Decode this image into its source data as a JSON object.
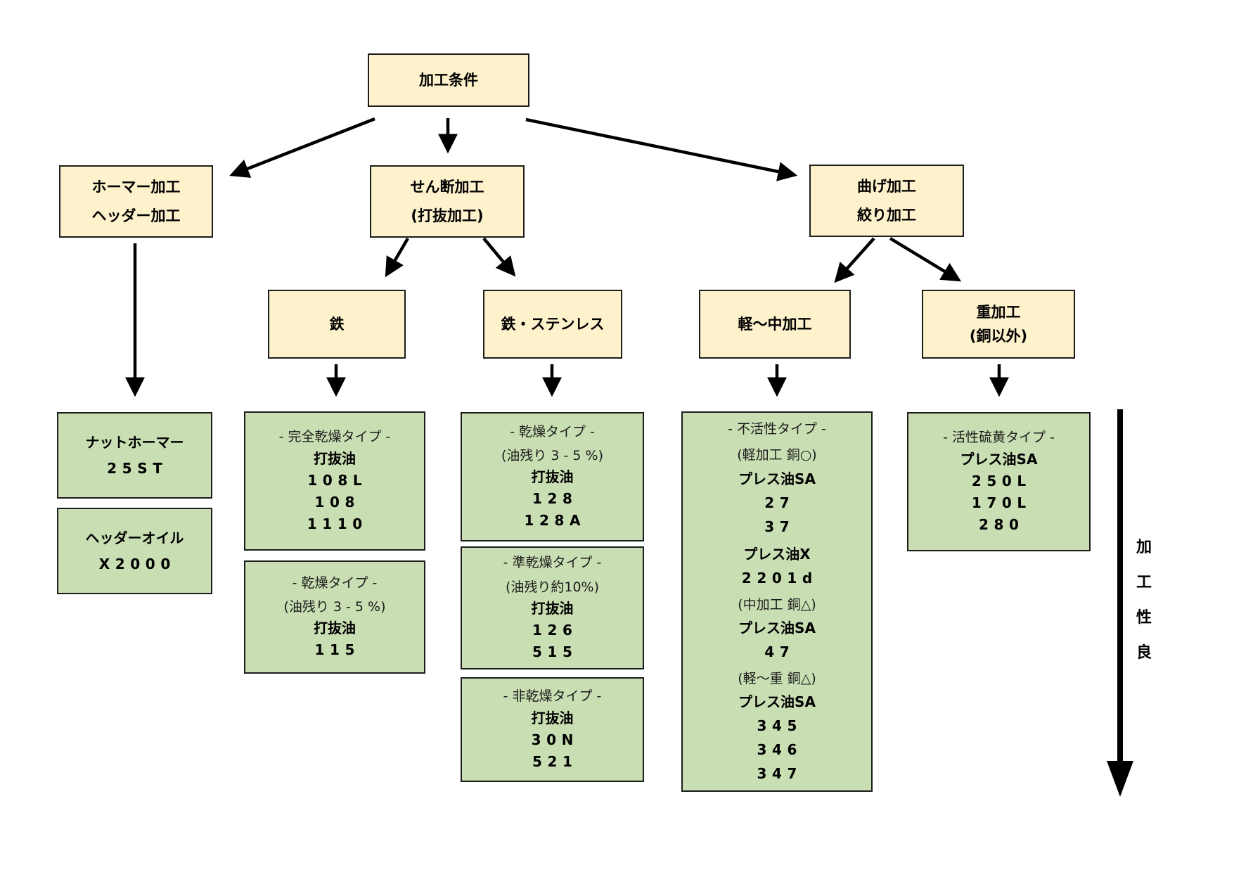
{
  "diagram_title": "加工条件",
  "colors": {
    "node_fill": "#FDF2CC",
    "oil_fill": "#C9DEB3",
    "border": "#1c1c1c",
    "arrow": "#000000"
  },
  "nodes": {
    "root": {
      "label": "加工条件"
    },
    "homer": {
      "line1": "ホーマー加工",
      "line2": "ヘッダー加工"
    },
    "shear": {
      "line1": "せん断加工",
      "line2": "(打抜加工)"
    },
    "bend": {
      "line1": "曲げ加工",
      "line2": "絞り加工"
    },
    "iron": {
      "label": "鉄"
    },
    "iron_stainless": {
      "label": "鉄・ステンレス"
    },
    "light_mid": {
      "label": "軽〜中加工"
    },
    "heavy": {
      "line1": "重加工",
      "line2": "(銅以外)"
    }
  },
  "oils": {
    "nut_homer": {
      "lines": [
        {
          "style": "name",
          "text": "ナットホーマー"
        },
        {
          "style": "num",
          "text": "25ST"
        }
      ]
    },
    "header_oil": {
      "lines": [
        {
          "style": "name",
          "text": "ヘッダーオイル"
        },
        {
          "style": "num",
          "text": "X2000"
        }
      ]
    },
    "iron_full_dry": {
      "lines": [
        {
          "style": "label",
          "text": "- 完全乾燥タイプ -"
        },
        {
          "style": "name",
          "text": "打抜油"
        },
        {
          "style": "num",
          "text": "108L"
        },
        {
          "style": "num",
          "text": "108"
        },
        {
          "style": "num",
          "text": "1110"
        }
      ]
    },
    "iron_dry": {
      "lines": [
        {
          "style": "label",
          "text": "- 乾燥タイプ -"
        },
        {
          "style": "label",
          "text": "(油残り 3 - 5 %)"
        },
        {
          "style": "name",
          "text": "打抜油"
        },
        {
          "style": "num",
          "text": "115"
        }
      ]
    },
    "ss_dry": {
      "lines": [
        {
          "style": "label",
          "text": "- 乾燥タイプ -"
        },
        {
          "style": "label",
          "text": "(油残り 3 - 5 %)"
        },
        {
          "style": "name",
          "text": "打抜油"
        },
        {
          "style": "num",
          "text": "128"
        },
        {
          "style": "num",
          "text": "128A"
        }
      ]
    },
    "ss_semi_dry": {
      "lines": [
        {
          "style": "label",
          "text": "- 準乾燥タイプ -"
        },
        {
          "style": "label",
          "text": "(油残り約10%)"
        },
        {
          "style": "name",
          "text": "打抜油"
        },
        {
          "style": "num",
          "text": "126"
        },
        {
          "style": "num",
          "text": "515"
        }
      ]
    },
    "ss_non_dry": {
      "lines": [
        {
          "style": "label",
          "text": "- 非乾燥タイプ -"
        },
        {
          "style": "name",
          "text": "打抜油"
        },
        {
          "style": "num",
          "text": "30N"
        },
        {
          "style": "num",
          "text": "521"
        }
      ]
    },
    "press_inactive": {
      "lines": [
        {
          "style": "label",
          "text": "- 不活性タイプ -"
        },
        {
          "style": "label",
          "text": "(軽加工 銅○)"
        },
        {
          "style": "name",
          "text": "プレス油SA"
        },
        {
          "style": "num",
          "text": "27"
        },
        {
          "style": "num",
          "text": "37"
        },
        {
          "style": "name",
          "text": "プレス油X"
        },
        {
          "style": "num",
          "text": "2201d"
        },
        {
          "style": "label",
          "text": "(中加工 銅△)"
        },
        {
          "style": "name",
          "text": "プレス油SA"
        },
        {
          "style": "num",
          "text": "47"
        },
        {
          "style": "label",
          "text": "(軽〜重 銅△)"
        },
        {
          "style": "name",
          "text": "プレス油SA"
        },
        {
          "style": "num",
          "text": "345"
        },
        {
          "style": "num",
          "text": "346"
        },
        {
          "style": "num",
          "text": "347"
        }
      ]
    },
    "press_active_sulfur": {
      "lines": [
        {
          "style": "label",
          "text": "- 活性硫黄タイプ -"
        },
        {
          "style": "name",
          "text": "プレス油SA"
        },
        {
          "style": "num",
          "text": "250L"
        },
        {
          "style": "num",
          "text": "170L"
        },
        {
          "style": "num",
          "text": "280"
        }
      ]
    }
  },
  "side_label": {
    "chars": [
      "加",
      "工",
      "性",
      "良"
    ]
  }
}
